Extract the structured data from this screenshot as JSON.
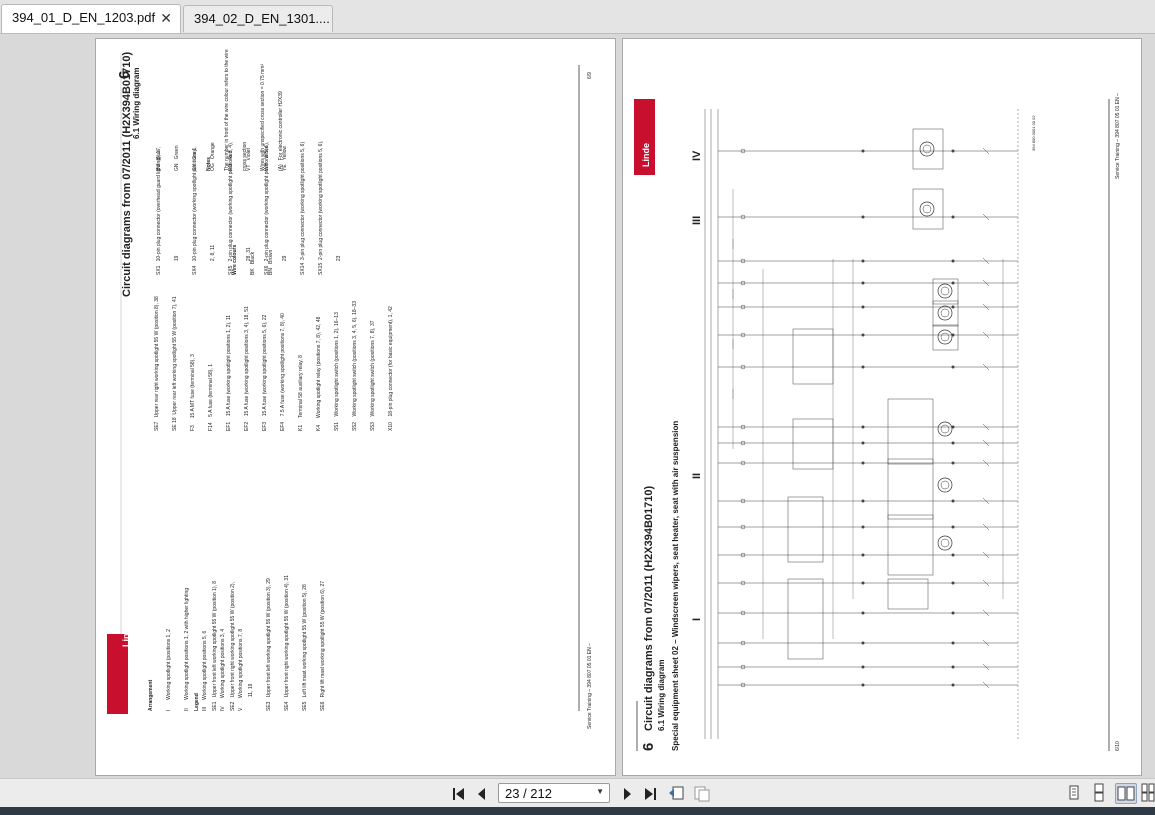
{
  "tabs": [
    {
      "label": "394_01_D_EN_1203.pdf",
      "close": "✕",
      "active": true
    },
    {
      "label": "394_02_D_EN_1301....",
      "active": false
    }
  ],
  "left_page": {
    "header_title": "Circuit diagrams from 07/2011 (H2X394B01710)",
    "header_subtitle": "6.1 Wiring diagram",
    "chapter_number": "6",
    "page_label": "6/9",
    "footer": "Service Training – 394 807 05 01 EN –",
    "brand": "Linde",
    "arrangement_title": "Arrangement",
    "arrangement": [
      "I       Working spotlight (positions 1, 2",
      "II      Working spotlight positions 1, 2 with higher lighting",
      "III     Working spotlight positions 5, 6",
      "IV      Working spotlight positions 3, 4",
      "V       Working spotlight positions 7, 8"
    ],
    "legend_title": "Legend",
    "legend_col1": [
      "SE1   Upper front left working spotlight 55 W (position 1), 8",
      "SE2   Upper front right working spotlight 55 W (position 2),",
      "          11, 19",
      "SE3   Upper front left working spotlight 55 W (position 3), 29",
      "SE4   Upper front right working spotlight 55 W (position 4), 31",
      "SE5   Left lift mast working spotlight 55 W (position 5), 28",
      "SE6   Right lift mast working spotlight 55 W (position 6), 27"
    ],
    "legend_col2": [
      "SE7   Upper rear right working spotlight 55 W (position 8), 38",
      "SE 18  Upper rear left working spotlight 55 W (position 7), 41",
      "F3     15 A MT fuse (terminal 58), 3",
      "F14    5 A fuse (terminal 58), 1",
      "EF1    15 A fuse (working spotlight positions 1, 2), 11",
      "EF2    15 A fuse (working spotlight positions 3, 4), 18, 51",
      "EF3    15 A fuse (working spotlight positions 5, 6), 22",
      "EF4    7.5 A fuse (working spotlight positions 7, 8), 40",
      "K1     Terminal 58 auxiliary relay, 8",
      "K4     Working spotlight relay (positions 7, 8), 42, 48",
      "S51    Working spotlight switch (positions 1, 2), 16–13",
      "S52    Working spotlight switch (positions 3, 4, 5, 6), 18–33",
      "S53    Working spotlight switch (positions 7, 8), 37",
      "X10    18-pin plug connector (for basic equipment), 1, 42"
    ],
    "legend_col3": [
      "SX1   10-pin plug connector (overhead guard lighting), 17,",
      "          19",
      "SX4   10-pin plug connector (working spotlight positions 1,",
      "          2, 8, 11",
      "SX5   2-pin plug connector (working spotlight positions 3, 4),",
      "          28, 31",
      "SX6   2-pin plug connector (working spotlight positions 5, 6),",
      "          29",
      "SX14  3-pin plug connector (working spotlight positions 5, 6)",
      "SX15  2-pin plug connector (working spotlight positions 5, 6),",
      "          23"
    ],
    "wire_colours_title": "Wire colours",
    "wire_colours": [
      "BK   Black",
      "BN   Brown"
    ],
    "colour_col": [
      "BU   Blue",
      "GN   Green",
      "GY   Grey",
      "OG   Orange",
      "RD   Red",
      "VT   Violet",
      "WH   White",
      "YE   Yellow"
    ],
    "notes_title": "Notes",
    "notes": [
      "The number in front of the wire colour refers to the wire",
      "cross section",
      "Wires with unspecified cross section = 0.75 mm²",
      "(A)   For electronic controller H2X39"
    ]
  },
  "right_page": {
    "header_title": "Circuit diagrams from 07/2011 (H2X394B01710)",
    "header_subtitle": "6.1 Wiring diagram",
    "chapter_number": "6",
    "sheet_title": "Special equipment sheet 02 – Windscreen wipers, seat heater, seat with air suspension",
    "page_label": "6/10",
    "footer": "Service Training – 394 807 05 01 EN –",
    "doc_code": "394 800 0001 00 02",
    "brand": "Linde",
    "sections": [
      "I",
      "II",
      "III",
      "IV"
    ]
  },
  "toolbar": {
    "first_page": "first-page",
    "prev_page": "previous-page",
    "page_value": "23 / 212",
    "next_page": "next-page",
    "last_page": "last-page"
  },
  "colors": {
    "brand_red": "#c8102e",
    "accent": "#8ea4be"
  }
}
